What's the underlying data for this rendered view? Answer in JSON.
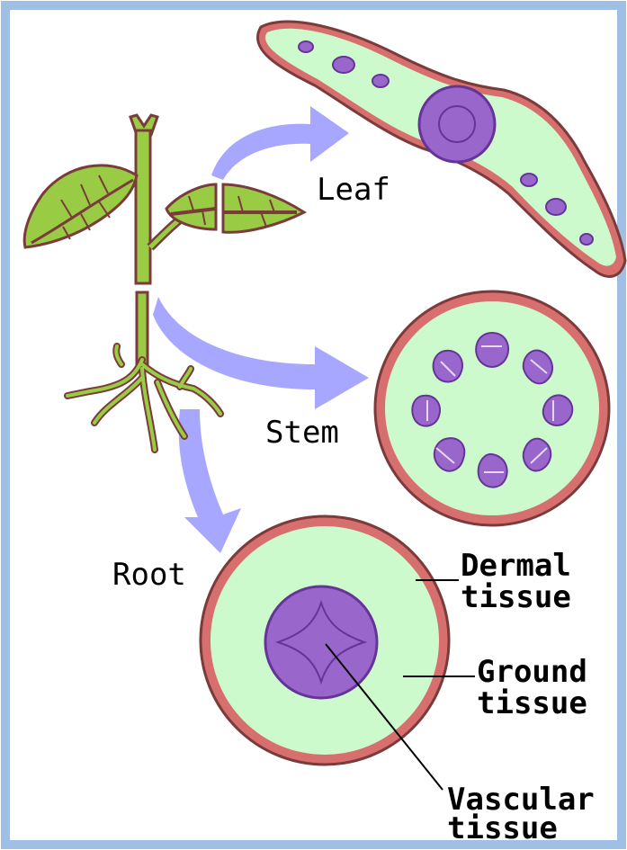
{
  "labels": {
    "leaf": "Leaf",
    "stem": "Stem",
    "root": "Root",
    "dermal_line1": "Dermal",
    "dermal_line2": "tissue",
    "ground_line1": "Ground",
    "ground_line2": "tissue",
    "vascular_line1": "Vascular",
    "vascular_line2": "tissue"
  },
  "colors": {
    "frame_border": "#9fc0e4",
    "dermal": "#d86f6f",
    "outline": "#7a3b3b",
    "ground": "#ccfacc",
    "vascular": "#9966cc",
    "vascular_dark": "#663399",
    "plant_green": "#99cc44",
    "arrow": "#a7a7ff"
  }
}
